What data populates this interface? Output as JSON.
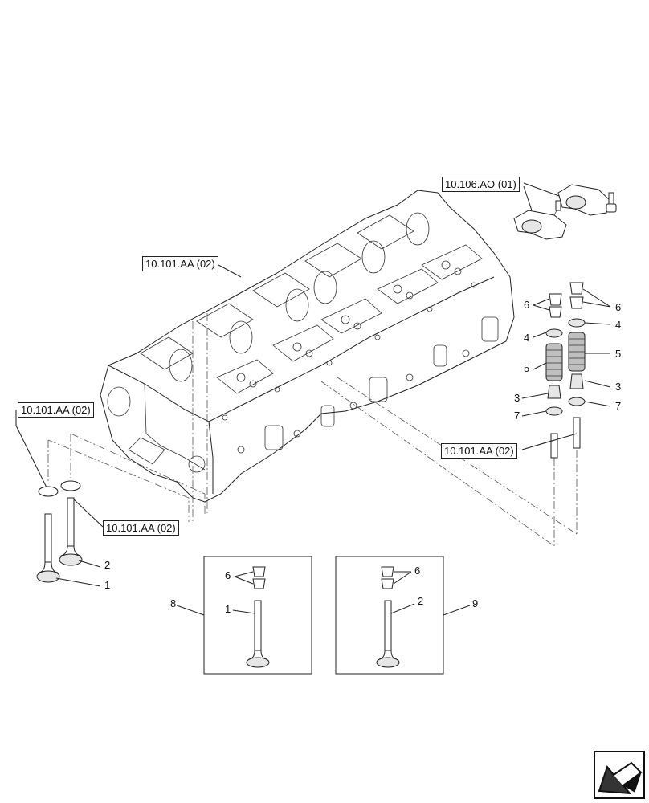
{
  "references": {
    "rocker_arms": "10.106.AO (01)",
    "head_top": "10.101.AA (02)",
    "head_left": "10.101.AA (02)",
    "valve_guides_left": "10.101.AA (02)",
    "valve_guides_right": "10.101.AA (02)"
  },
  "callouts": {
    "n1": "1",
    "n2": "2",
    "n3a": "3",
    "n3b": "3",
    "n4a": "4",
    "n4b": "4",
    "n5a": "5",
    "n5b": "5",
    "n6a": "6",
    "n6b": "6",
    "n7a": "7",
    "n7b": "7"
  },
  "kit_8": {
    "number": "8",
    "half_keys": "6",
    "valve": "1"
  },
  "kit_9": {
    "number": "9",
    "half_keys": "6",
    "valve": "2"
  }
}
